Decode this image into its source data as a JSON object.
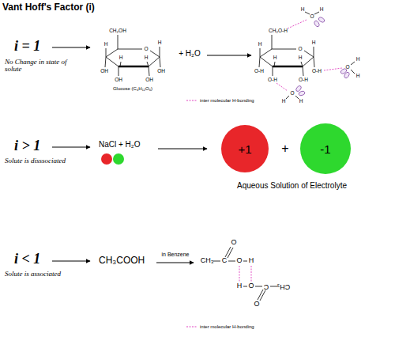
{
  "diagram": {
    "title": "Vant Hoff's Factor (i)",
    "nodes": [
      {
        "text": [
          "+1"
        ]
      },
      {
        "text": [
          "-1"
        ]
      }
    ],
    "labels": [
      "i = 1",
      "No Change in state of solute",
      "CH₂OH",
      "O",
      "H",
      "OH",
      "H",
      "OH",
      "H",
      "OH",
      "H",
      "OH",
      "Glucose (C₆H₁₂O₆)",
      "+ H₂O",
      "CH₂O-H",
      "O",
      "H",
      "O-H",
      "H",
      "O-H",
      "H",
      "O-H",
      "H",
      "O-H",
      "O",
      "H",
      "H",
      "O",
      "H",
      "H",
      "O",
      "H",
      "H",
      "i > 1",
      "Solute is disssociated",
      "NaCl + H₂O",
      "+",
      "Aqueous Solution of Electrolyte",
      "i < 1",
      "Solute is associated",
      "CH₃COOH",
      "in Benzene",
      "CH₃",
      "C",
      "O",
      "O",
      "H",
      "H",
      "O",
      "C",
      "O",
      "CH₃"
    ],
    "legend": [
      {
        "text": "inter molecular H-bonding"
      },
      {
        "text": "inter molecular H-bonding"
      }
    ]
  }
}
